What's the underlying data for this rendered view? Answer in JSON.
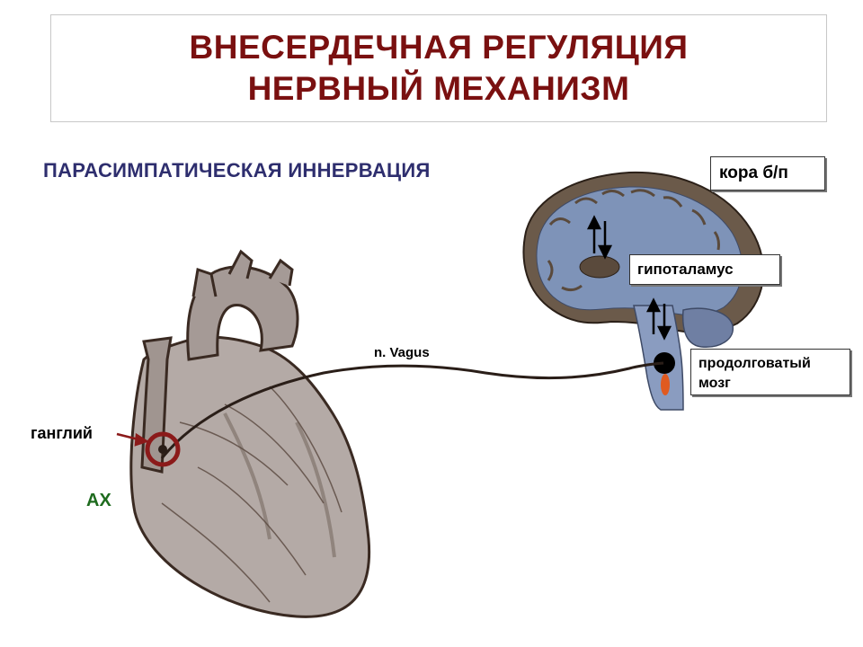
{
  "title": {
    "line1": "ВНЕСЕРДЕЧНАЯ РЕГУЛЯЦИЯ",
    "line2": "НЕРВНЫЙ МЕХАНИЗМ"
  },
  "subtitle": "ПАРАСИМПАТИЧЕСКАЯ ИННЕРВАЦИЯ",
  "labels": {
    "cortex": "кора б/п",
    "hypothalamus": "гипоталамус",
    "medulla_line1": "продолговатый",
    "medulla_line2": "мозг",
    "nerve": "n. Vagus",
    "ganglion": "ганглий",
    "mediator": "АХ"
  },
  "colors": {
    "title": "#7a1010",
    "subtitle": "#2e2e6e",
    "mediator": "#1e6b1e",
    "brain_fill": "#7e93b8",
    "brain_cortex": "#6b5a4a",
    "heart_fill": "#b4aaa6",
    "heart_outline": "#3a2a22",
    "nerve": "#2a1e18",
    "ganglion_ring": "#8b1a1a"
  }
}
